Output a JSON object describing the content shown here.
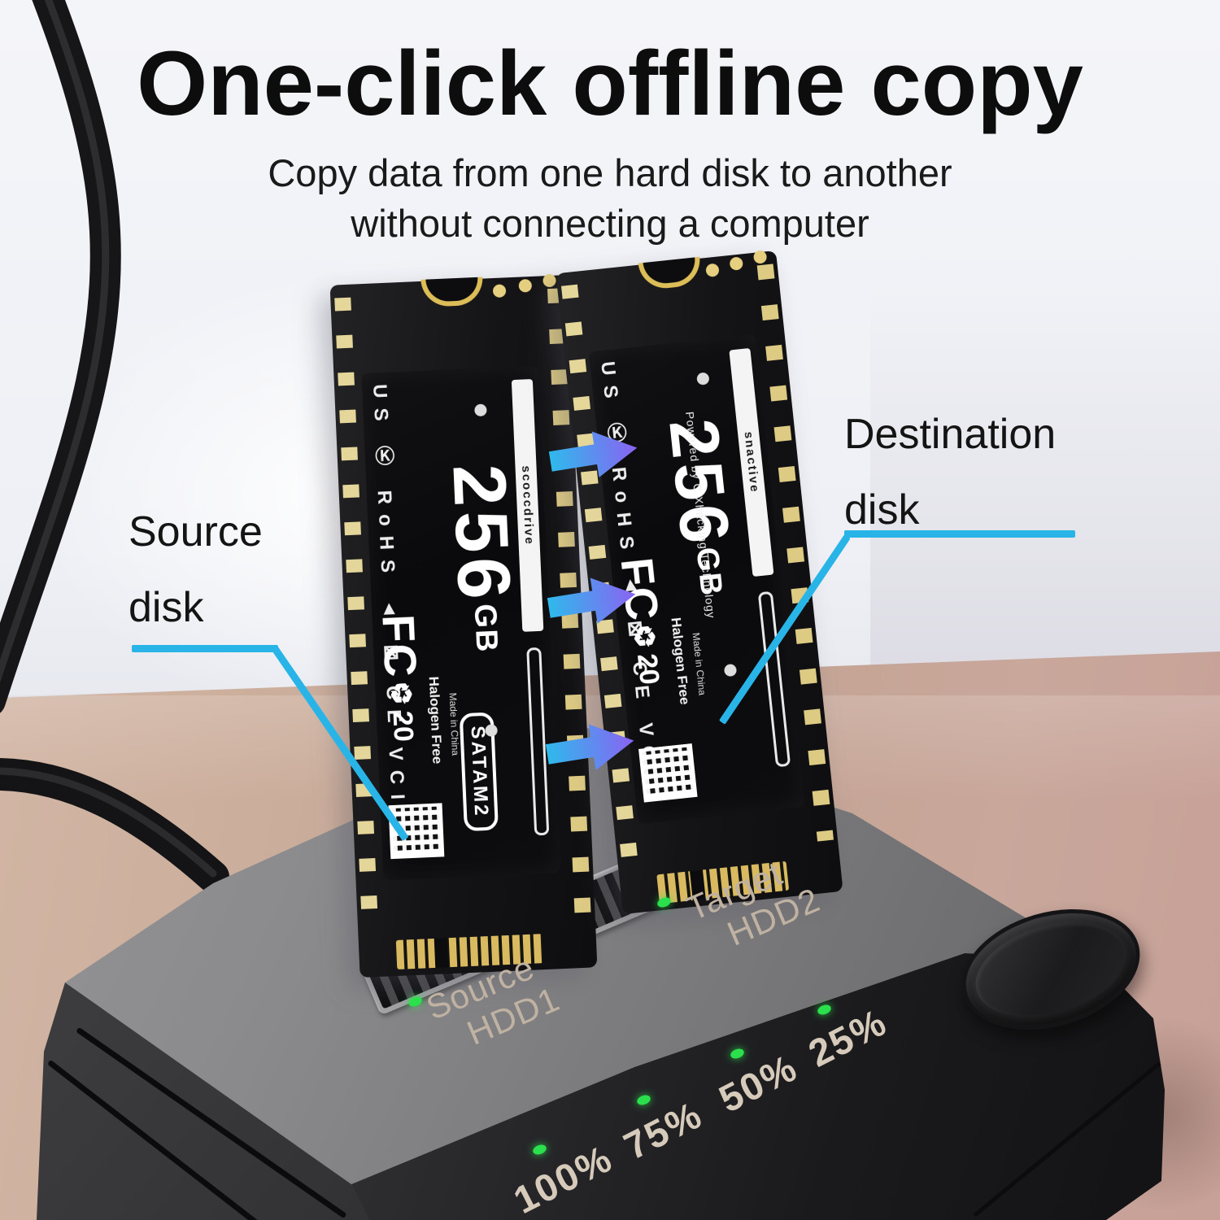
{
  "title": "One-click offline copy",
  "subtitle": {
    "line1": "Copy data from one hard disk to another",
    "line2": "without connecting a computer"
  },
  "callouts": {
    "source": {
      "line1": "Source",
      "line2": "disk"
    },
    "destination": {
      "line1": "Destination",
      "line2": "disk"
    },
    "line_color": "#29b4e8"
  },
  "arrows": {
    "count": 3,
    "gradient_start": "#2fb9ec",
    "gradient_end": "#8a63f2"
  },
  "ssd_left": {
    "brand": "scoccdrive",
    "capacity": "256",
    "capacity_unit": "GB",
    "interface": "SATAM2",
    "cert_marks": "US Ⓚ RoHS ▲ ⊠ CE VCI",
    "fcc_mark": "FC",
    "recycle_mark": "♻20",
    "halogen": "Halogen Free",
    "origin": "Made in China"
  },
  "ssd_right": {
    "brand": "snactive",
    "capacity": "256",
    "capacity_unit": "GB",
    "powered": "Powered by C Xhacking Technology",
    "cert_marks": "US Ⓚ RoHS ▲ ⊠ CE VCI",
    "fcc_mark": "FC",
    "recycle_mark": "♻20",
    "halogen": "Halogen Free",
    "origin": "Made in China"
  },
  "dock": {
    "slot1": {
      "line1": "Source",
      "line2": "HDD1"
    },
    "slot2": {
      "line1": "Target",
      "line2": "HDD2"
    },
    "progress": [
      "100%",
      "75%",
      "50%",
      "25%"
    ],
    "led_color": "#2be04c",
    "label_color": "#c0b2a2"
  }
}
